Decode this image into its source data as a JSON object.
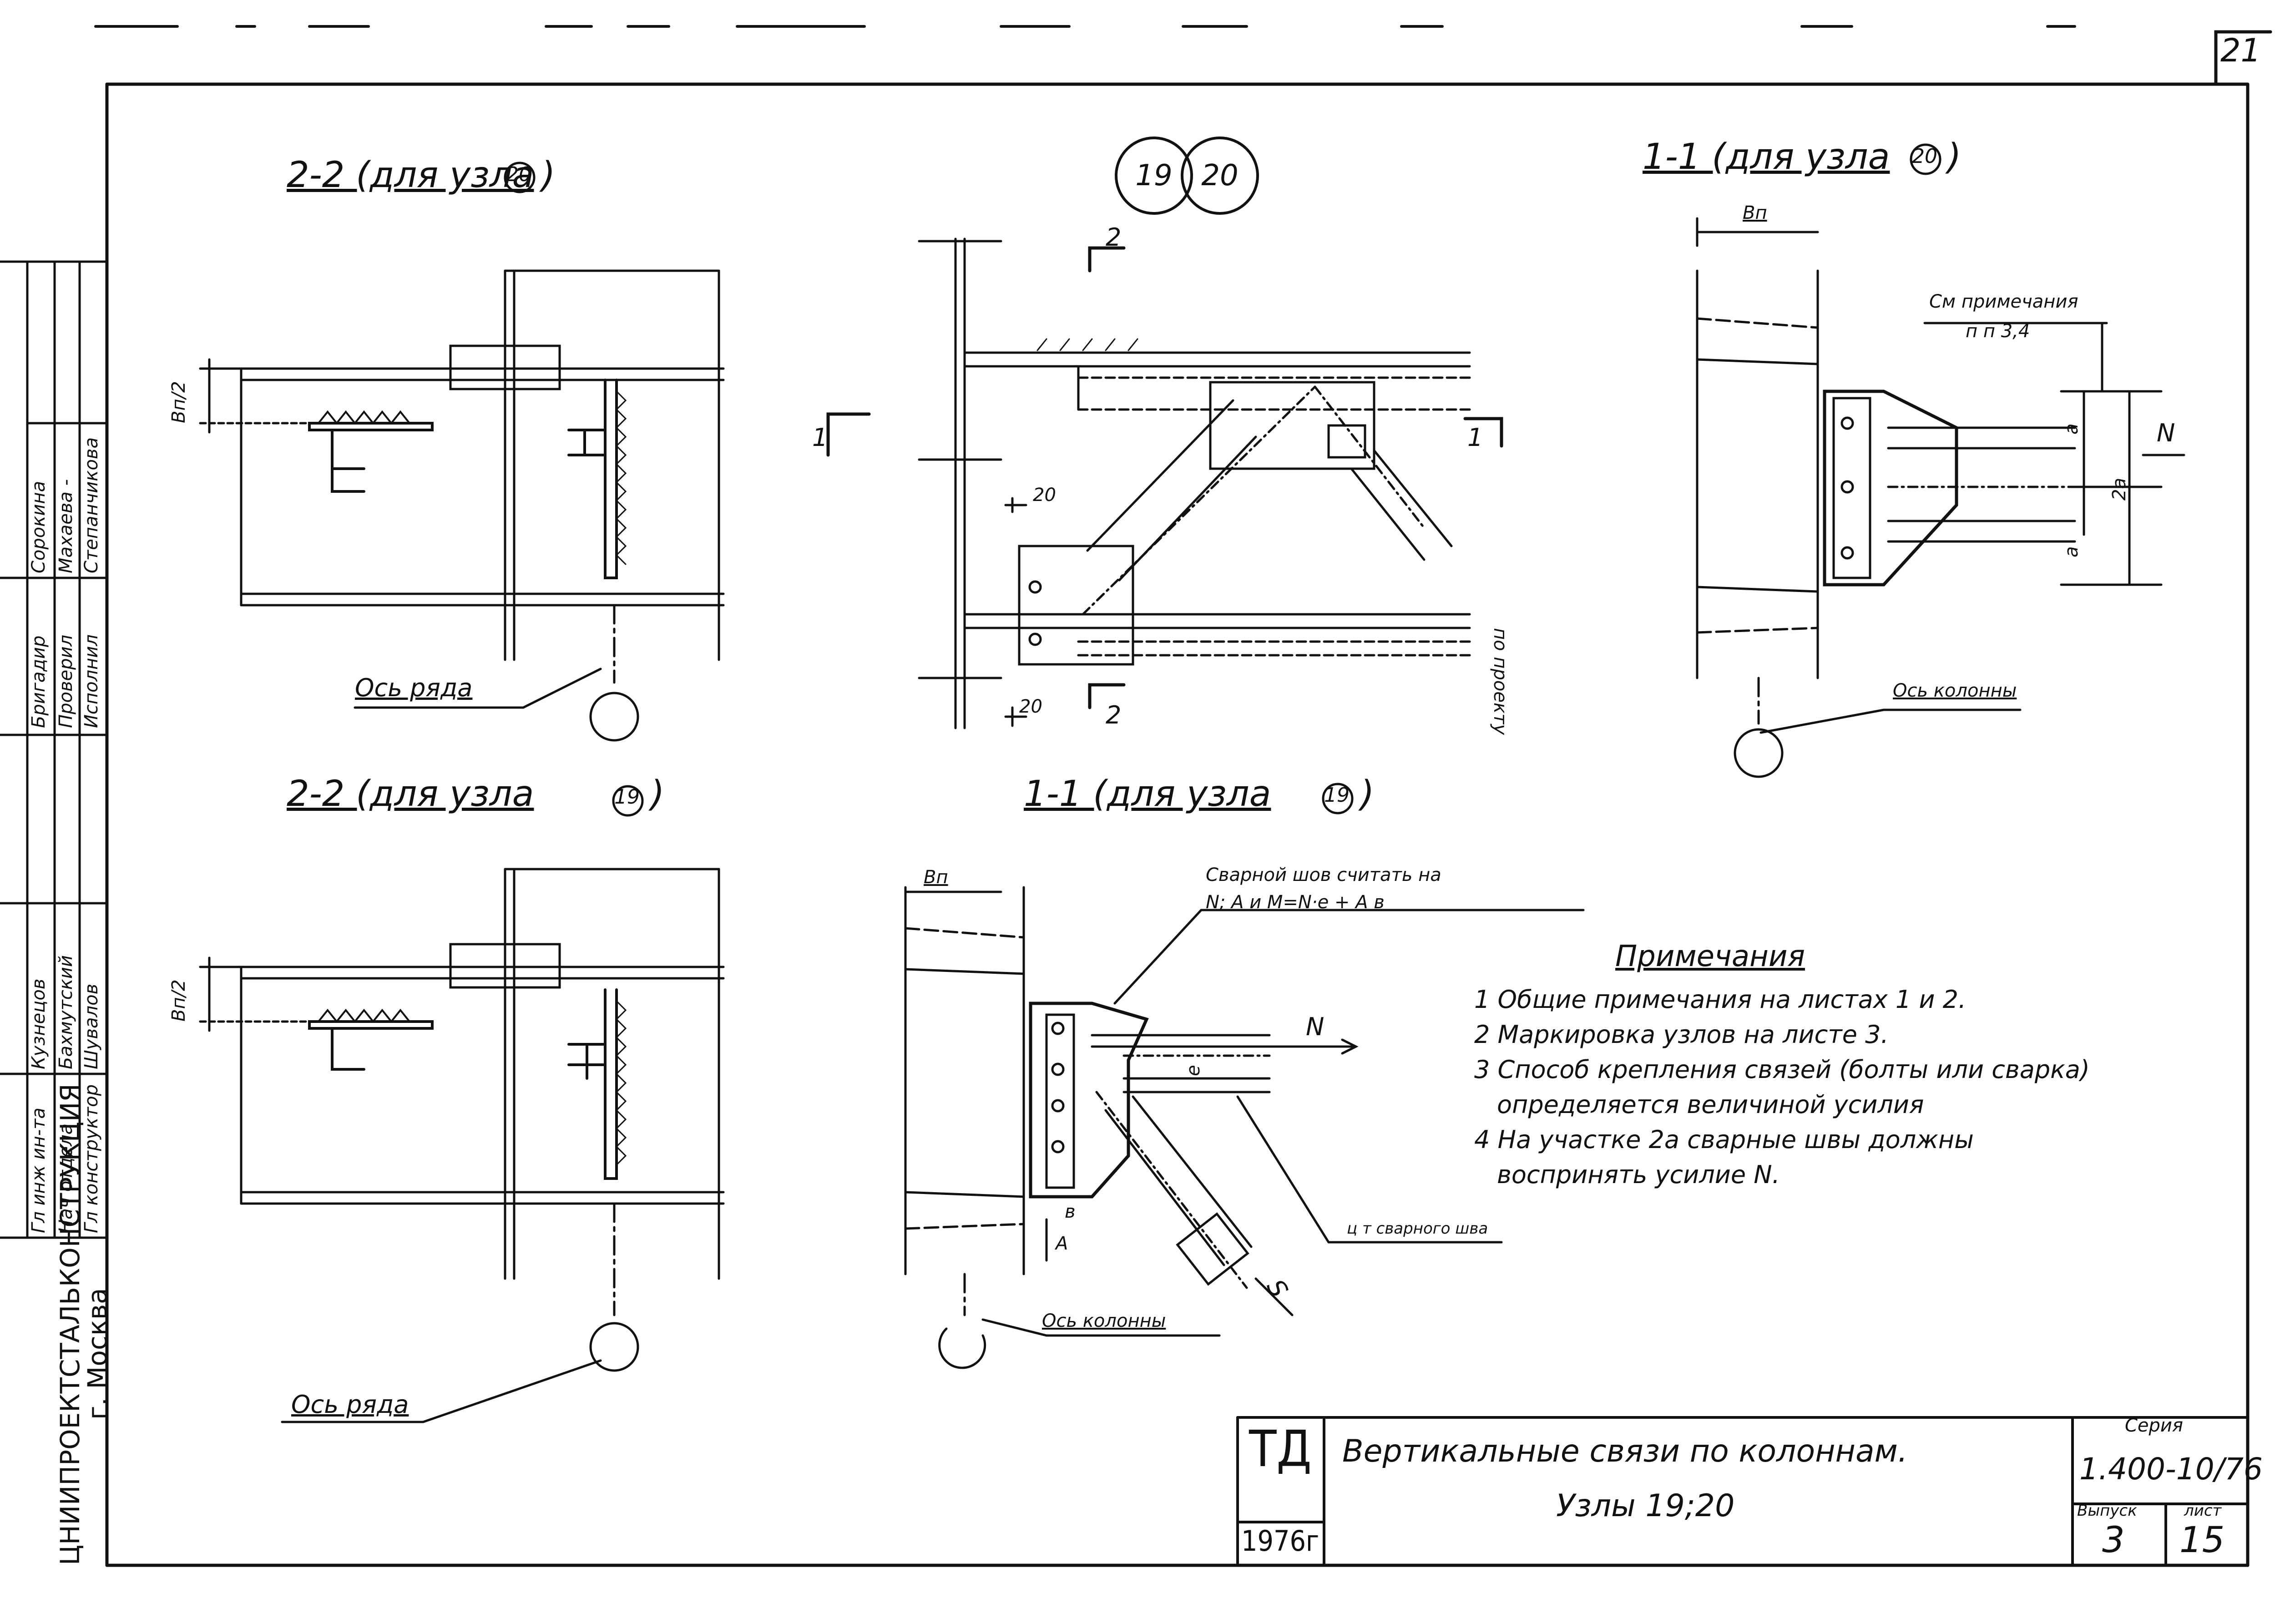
{
  "sheet": {
    "page_number": "21",
    "stamp_code": "ТД",
    "stamp_year": "1976г",
    "title_line1": "Вертикальные связи по колоннам.",
    "title_line2": "Узлы 19;20",
    "series_label": "Серия",
    "series_number": "1.400-10/76",
    "issue_label": "Выпуск",
    "issue_number": "3",
    "sheet_label": "лист",
    "sheet_number": "15",
    "organization": "ЦНИИПРОЕКТСТАЛЬКОНСТРУКЦИЯ",
    "city": "г. Москва"
  },
  "signatures": {
    "rows": [
      {
        "role": "Гл инж ин-та",
        "name": "Кузнецов"
      },
      {
        "role": "Нач отдела",
        "name": "Бахмутский"
      },
      {
        "role": "Гл конструктор",
        "name": "Шувалов"
      },
      {
        "role": "Бригадир",
        "name": "Сорокина"
      },
      {
        "role": "Проверил",
        "name": "Махаева -"
      },
      {
        "role": "Исполнил",
        "name": "Степанчикова"
      }
    ]
  },
  "views": {
    "top_left_title": "2-2 (для узла",
    "top_left_node": "20",
    "bottom_left_title": "2-2 (для узла",
    "bottom_left_node": "19",
    "top_right_title": "1-1 (для узла",
    "top_right_node": "20",
    "bottom_mid_title": "1-1 (для узла",
    "bottom_mid_node": "19",
    "center_node_a": "19",
    "center_node_b": "20"
  },
  "labels": {
    "axis_row_top": "Ось ряда",
    "axis_row_bottom": "Ось ряда",
    "axis_column_right": "Ось колонны",
    "axis_column_bottom": "Ось колонны",
    "bp_half": "Bп/2",
    "bp": "Bп",
    "per_project": "по проекту",
    "section_1": "1",
    "section_2": "2",
    "dim_20a": "20",
    "dim_20b": "20",
    "see_notes": "См примечания",
    "see_notes_items": "п п 3,4",
    "dim_a": "a",
    "dim_2a": "2a",
    "force_n": "N",
    "force_s": "S",
    "weld_note_line1": "Сварной шов считать на",
    "weld_note_line2": "N; A и M=N·e + A в",
    "weld_center": "ц т сварного шва",
    "dim_e": "e",
    "dim_v": "в",
    "force_a": "A"
  },
  "notes": {
    "title": "Примечания",
    "items": [
      "1 Общие примечания на листах 1 и 2.",
      "2 Маркировка узлов на листе 3.",
      "3 Способ крепления связей (болты или сварка)",
      "определяется величиной усилия",
      "4 На участке 2а сварные швы должны",
      "воспринять усилие N."
    ]
  }
}
